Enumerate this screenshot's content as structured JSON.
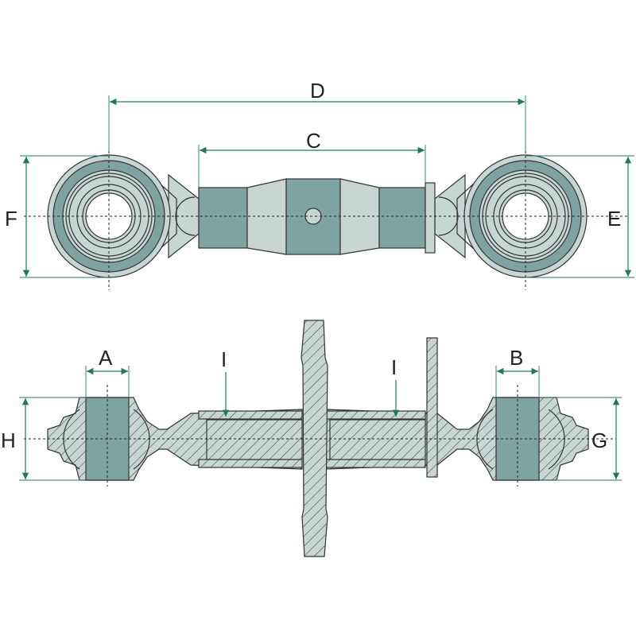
{
  "labels": {
    "D": "D",
    "C": "C",
    "F": "F",
    "E": "E",
    "A": "A",
    "B": "B",
    "H": "H",
    "G": "G",
    "I_left": "I",
    "I_right": "I"
  },
  "colors": {
    "dimension": "#1d7a60",
    "light_fill": "#c8d6d3",
    "dark_fill": "#7fa3a0"
  }
}
